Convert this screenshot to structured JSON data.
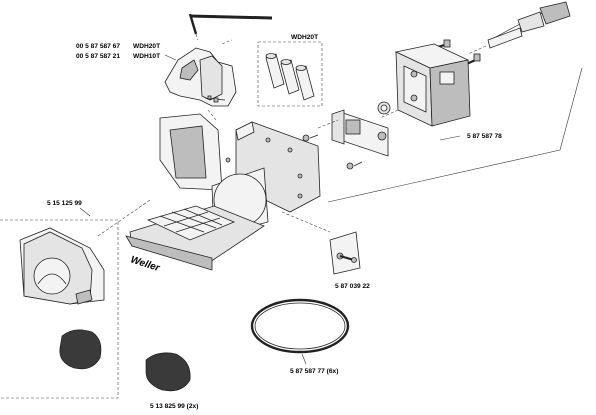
{
  "parts": {
    "holder_num_a": "00 5 87 587 67",
    "holder_name_a": "WDH20T",
    "holder_num_b": "00 5 87 587 21",
    "holder_name_b": "WDH10T",
    "sleeve_set_label": "WDH20T",
    "housing_label": "5 87 587 78",
    "cover_label": "5 15 125 99",
    "vent_label": "5 87 039 22",
    "ring_label": "5 87 587 77 (6x)",
    "sponge_label": "5 13 825 99 (2x)"
  },
  "brand": {
    "logo": "Weller"
  }
}
